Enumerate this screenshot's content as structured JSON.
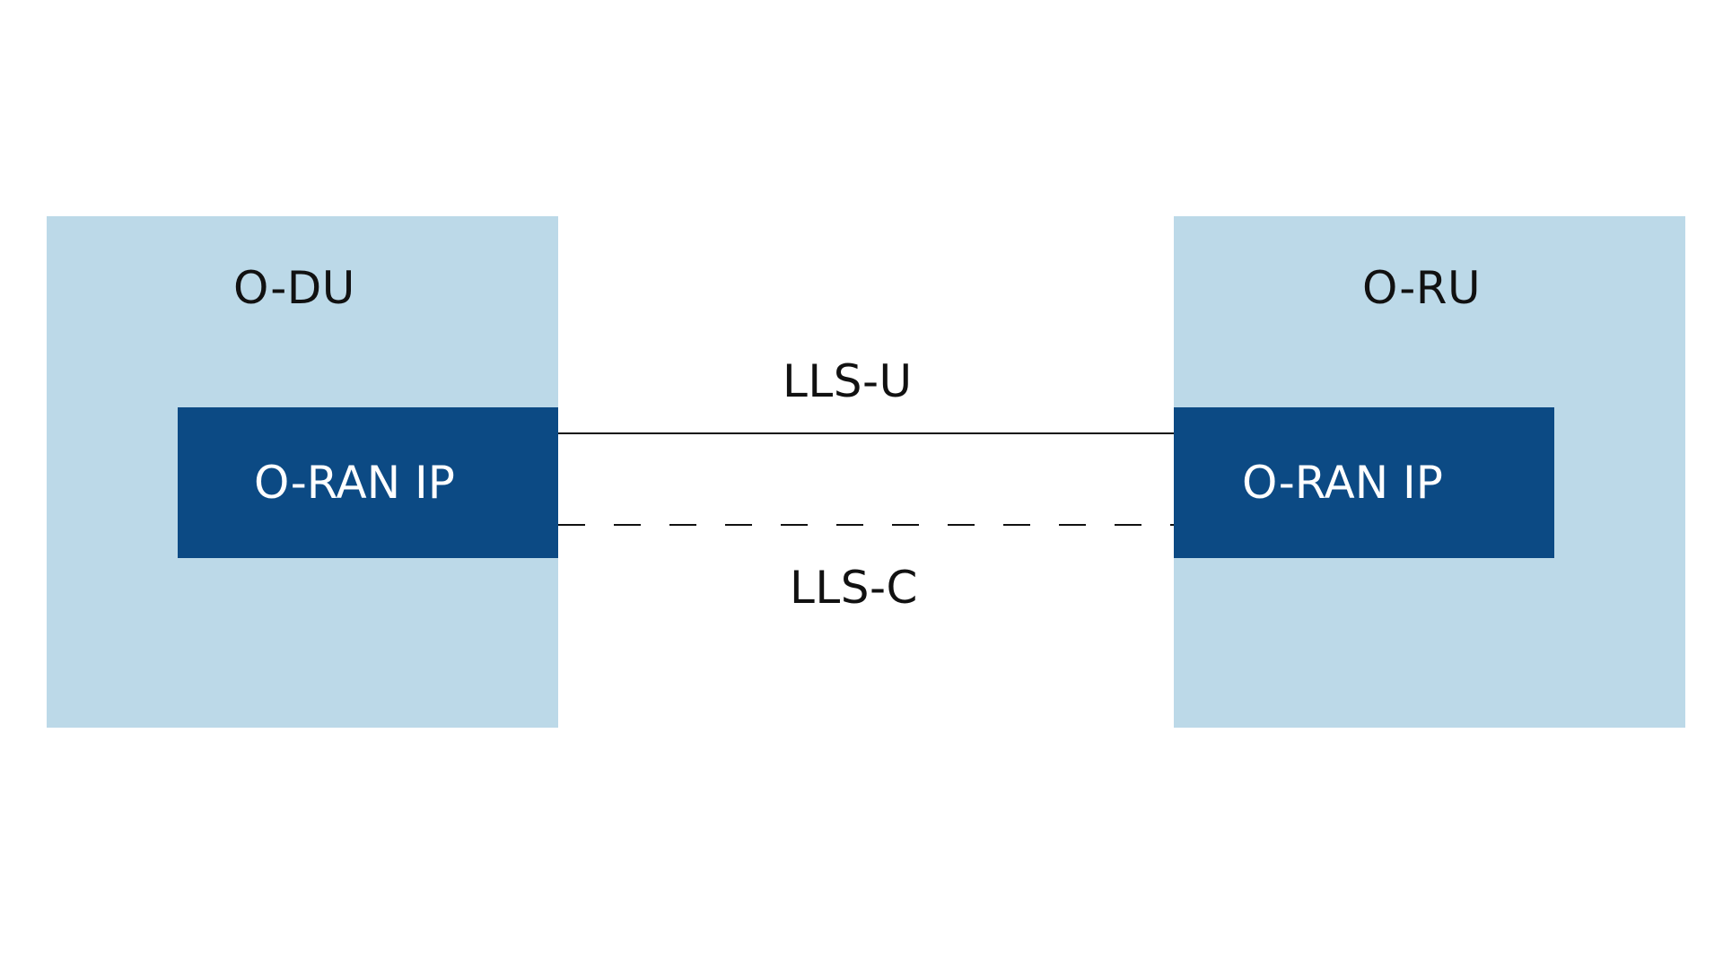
{
  "diagram": {
    "left_node": {
      "title": "O-DU",
      "inner_label": "O-RAN IP"
    },
    "right_node": {
      "title": "O-RU",
      "inner_label": "O-RAN IP"
    },
    "links": {
      "user_plane": {
        "label": "LLS-U",
        "style": "solid"
      },
      "control_plane": {
        "label": "LLS-C",
        "style": "dashed"
      }
    }
  },
  "colors": {
    "outer_box": "#bcd9e8",
    "inner_box": "#0c4a84",
    "inner_text": "#ffffff",
    "line": "#111111"
  }
}
